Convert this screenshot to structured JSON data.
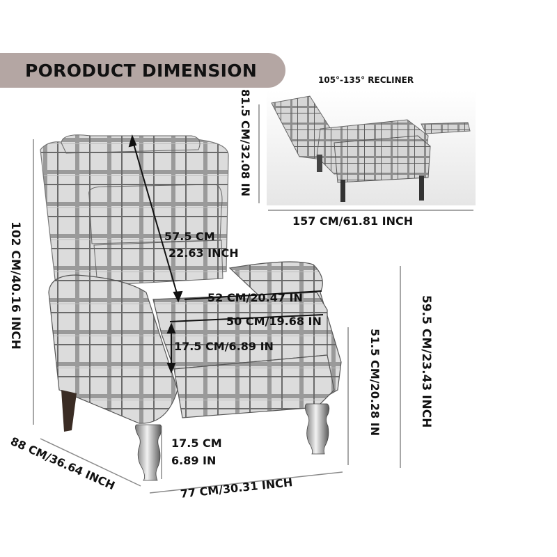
{
  "banner": {
    "title": "PORODUCT DIMENSION"
  },
  "recliner": {
    "caption": "105°-135° RECLINER"
  },
  "dimensions": {
    "recline_height": "81.5 CM/32.08 IN",
    "recline_length": "157 CM/61.81 INCH",
    "total_height": "102 CM/40.16 INCH",
    "back_height_cm": "57.5 CM",
    "back_height_in": "22.63 INCH",
    "seat_width_back": "52 CM/20.47 IN",
    "seat_width_front": "50 CM/19.68 IN",
    "cushion_height": "17.5 CM/6.89 IN",
    "arm_height": "59.5 CM/23.43 INCH",
    "seat_height": "51.5 CM/20.28 IN",
    "leg_height_cm": "17.5 CM",
    "leg_height_in": "6.89 IN",
    "depth": "88 CM/36.64 INCH",
    "width": "77 CM/30.31 INCH"
  },
  "colors": {
    "banner": "#b4a6a3",
    "fabric": "#d8d8d8",
    "check_dark": "#555555",
    "guide": "#8a8a8a"
  }
}
